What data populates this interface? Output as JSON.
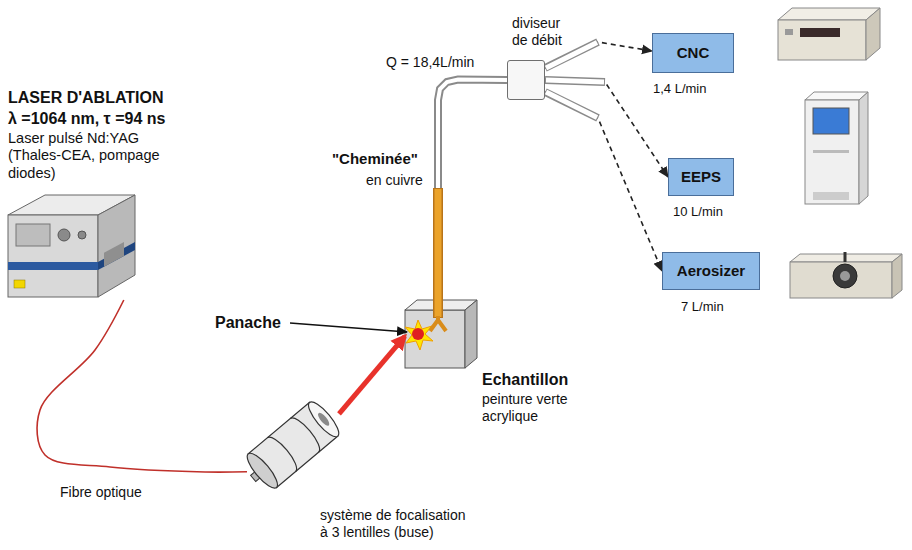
{
  "diagram": {
    "nodes": [
      {
        "text": [
          "LASER D'ABLATION",
          "λ =1064 nm, τ =94 ns",
          "Laser pulsé Nd:YAG (Thales-CEA, pompage diodes)"
        ]
      },
      {
        "text": [
          "système de focalisation à 3 lentilles (buse)"
        ]
      },
      {
        "text": [
          "Echantillon",
          "peinture verte acrylique"
        ]
      },
      {
        "text": [
          "diviseur de débit"
        ]
      },
      {
        "text": [
          "CNC",
          "1,4 L/min"
        ]
      },
      {
        "text": [
          "EEPS",
          "10 L/min"
        ]
      },
      {
        "text": [
          "Aerosizer",
          "7 L/min"
        ]
      }
    ],
    "edges": [
      {
        "from": 0,
        "to": 1,
        "label": "Fibre optique",
        "arrow": "none"
      },
      {
        "from": 1,
        "to": 2,
        "arrow": "to"
      },
      {
        "from": 2,
        "to": 3,
        "label": "Q = 18,4L/min",
        "arrow": "none"
      },
      {
        "from": 3,
        "to": 4,
        "arrow": "to"
      },
      {
        "from": 3,
        "to": 5,
        "arrow": "to"
      },
      {
        "from": 3,
        "to": 6,
        "arrow": "to"
      }
    ],
    "labels": [
      "\"Cheminée\"",
      "en cuivre",
      "Panache"
    ]
  }
}
